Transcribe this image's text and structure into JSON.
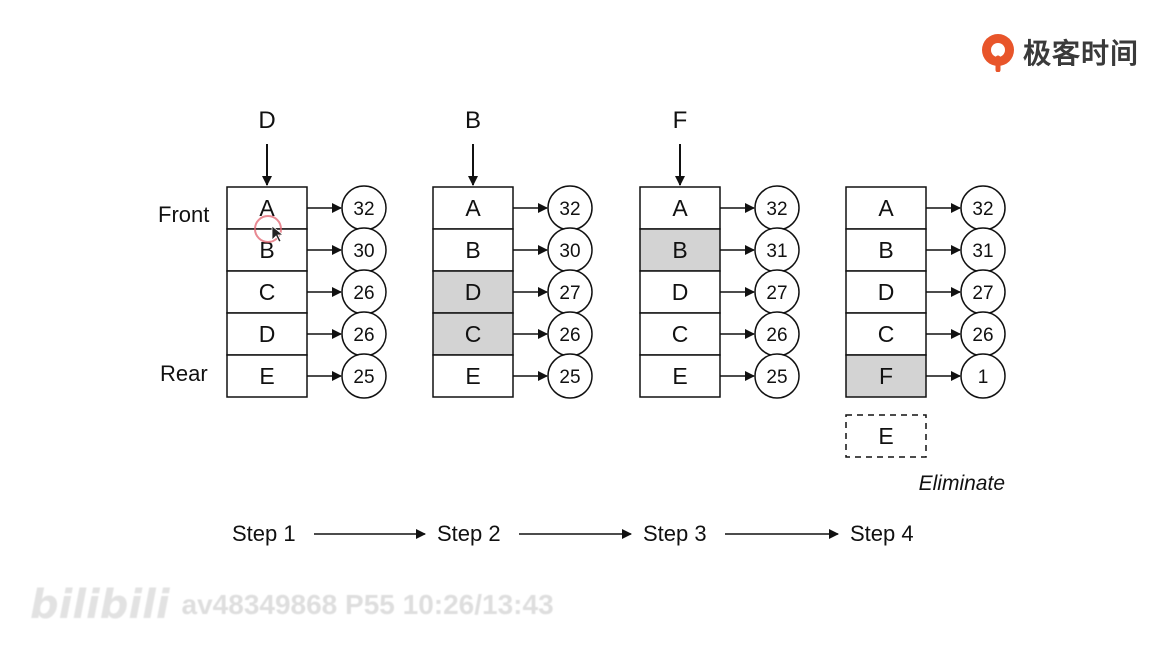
{
  "logo": {
    "text": "极客时间",
    "accent_color": "#e8552a"
  },
  "diagram": {
    "side_labels": {
      "front": "Front",
      "rear": "Rear"
    },
    "steps": [
      {
        "incoming": "D",
        "rows": [
          {
            "key": "A",
            "value": "32",
            "highlight": false
          },
          {
            "key": "B",
            "value": "30",
            "highlight": false
          },
          {
            "key": "C",
            "value": "26",
            "highlight": false
          },
          {
            "key": "D",
            "value": "26",
            "highlight": false
          },
          {
            "key": "E",
            "value": "25",
            "highlight": false
          }
        ]
      },
      {
        "incoming": "B",
        "rows": [
          {
            "key": "A",
            "value": "32",
            "highlight": false
          },
          {
            "key": "B",
            "value": "30",
            "highlight": false
          },
          {
            "key": "D",
            "value": "27",
            "highlight": true
          },
          {
            "key": "C",
            "value": "26",
            "highlight": true
          },
          {
            "key": "E",
            "value": "25",
            "highlight": false
          }
        ]
      },
      {
        "incoming": "F",
        "rows": [
          {
            "key": "A",
            "value": "32",
            "highlight": false
          },
          {
            "key": "B",
            "value": "31",
            "highlight": true
          },
          {
            "key": "D",
            "value": "27",
            "highlight": false
          },
          {
            "key": "C",
            "value": "26",
            "highlight": false
          },
          {
            "key": "E",
            "value": "25",
            "highlight": false
          }
        ]
      },
      {
        "incoming": "",
        "rows": [
          {
            "key": "A",
            "value": "32",
            "highlight": false
          },
          {
            "key": "B",
            "value": "31",
            "highlight": false
          },
          {
            "key": "D",
            "value": "27",
            "highlight": false
          },
          {
            "key": "C",
            "value": "26",
            "highlight": false
          },
          {
            "key": "F",
            "value": "1",
            "highlight": true
          }
        ],
        "evicted": "E",
        "evicted_label": "Eliminate"
      }
    ],
    "step_labels": [
      "Step 1",
      "Step 2",
      "Step 3",
      "Step 4"
    ],
    "highlight_color": "#d3d3d3",
    "cursor_color": "#e0626e"
  },
  "watermark": {
    "brand": "bilibili",
    "info": "av48349868 P55 10:26/13:43"
  }
}
